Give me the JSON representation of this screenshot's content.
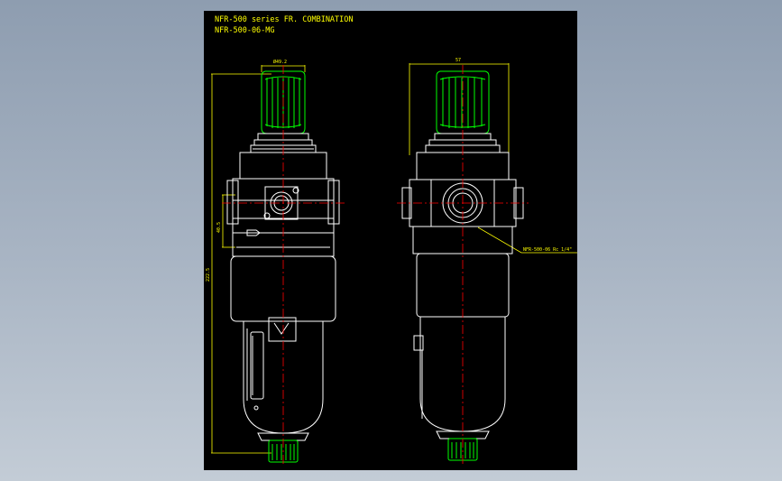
{
  "drawing": {
    "title_line1": "NFR-500 series FR. COMBINATION",
    "title_line2": "NFR-500-06-MG",
    "dim_width_left": "Ø49.2",
    "dim_width_right": "57",
    "dim_height_total": "222.5",
    "dim_height_port": "40.5",
    "callout_port": "NFR-500-06 Rc 1/4\""
  },
  "colors": {
    "background": "#000000",
    "outline": "#ffffff",
    "knob": "#00ff00",
    "centerline": "#ff0000",
    "dimension": "#ffff00"
  }
}
